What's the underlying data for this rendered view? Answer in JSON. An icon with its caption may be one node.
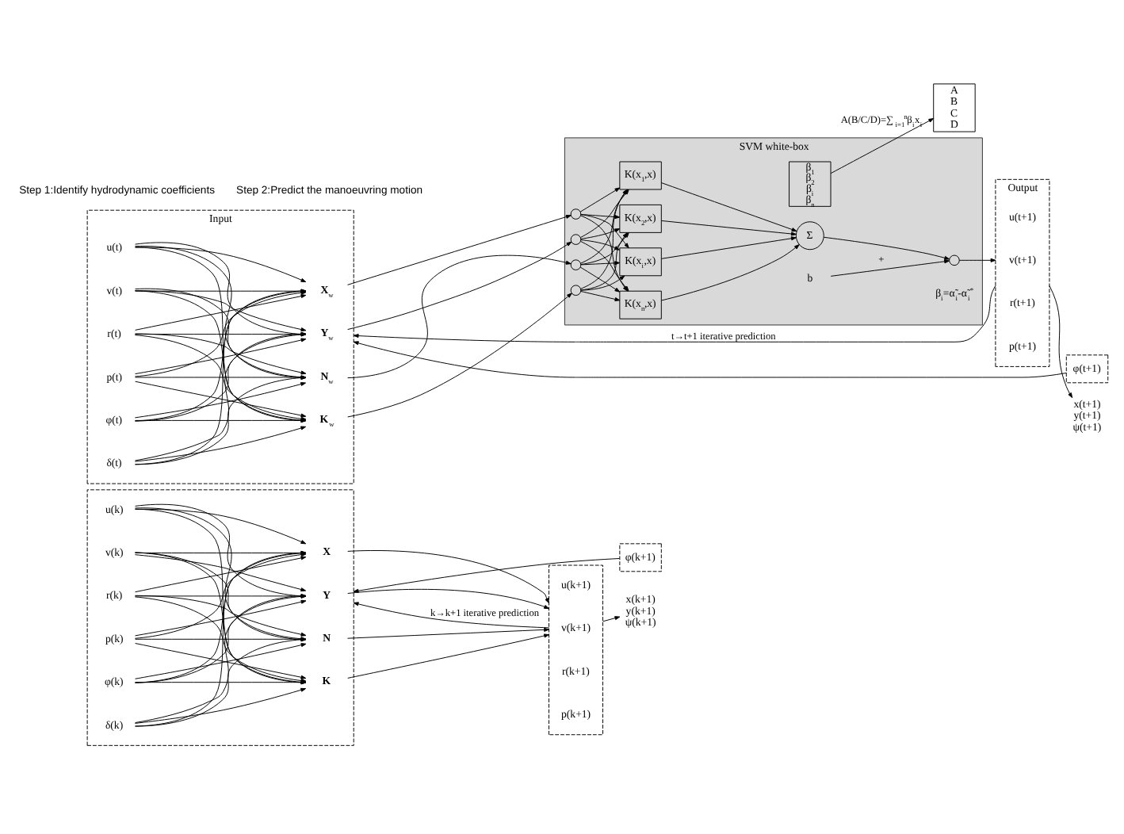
{
  "diagram": {
    "nodes": [
      {
        "text": [
          "Input"
        ]
      },
      {
        "text": [
          "u(t)"
        ],
        "in": 0
      },
      {
        "text": [
          "v(t)"
        ],
        "in": 0
      },
      {
        "text": [
          "r(t)"
        ],
        "in": 0
      },
      {
        "text": [
          "p(t)"
        ],
        "in": 0
      },
      {
        "text": [
          "φ(t)"
        ],
        "in": 0
      },
      {
        "text": [
          "δ(t)"
        ],
        "in": 0
      },
      {
        "text": [
          "**X**$_{w}$"
        ],
        "in": 0
      },
      {
        "text": [
          "**Y**$_{w}$"
        ],
        "in": 0
      },
      {
        "text": [
          "**N**$_{w}$"
        ],
        "in": 0
      },
      {
        "text": [
          "**K**$_{w}$"
        ],
        "in": 0
      },
      {
        "text": [
          "SVM white-box"
        ]
      },
      {
        "text": [],
        "shape": "circle",
        "in": 11
      },
      {
        "text": [],
        "shape": "circle",
        "in": 11
      },
      {
        "text": [],
        "shape": "circle",
        "in": 11
      },
      {
        "text": [],
        "shape": "circle",
        "in": 11
      },
      {
        "text": [
          "K(x$_{1}$,x)"
        ],
        "in": 11
      },
      {
        "text": [
          "K(x$_{2}$,x)"
        ],
        "in": 11
      },
      {
        "text": [
          "K(x$_{i}$,x)"
        ],
        "in": 11
      },
      {
        "text": [
          "K(x$_{n}$,x)"
        ],
        "in": 11
      },
      {
        "text": [
          "β$_{1}$",
          "β$_{2}$",
          "β$_{i}$",
          "β$_{n}$"
        ],
        "in": 11
      },
      {
        "text": [
          "Σ"
        ],
        "in": 11
      },
      {
        "text": [],
        "shape": "circle",
        "in": 11
      },
      {
        "text": [
          "b"
        ],
        "in": 11
      },
      {
        "text": [
          "Output"
        ]
      },
      {
        "text": [
          "u(t+1)"
        ],
        "in": 24
      },
      {
        "text": [
          "v(t+1)"
        ],
        "in": 24
      },
      {
        "text": [
          "r(t+1)"
        ],
        "in": 24
      },
      {
        "text": [
          "p(t+1)"
        ],
        "in": 24
      },
      {
        "text": [
          "x(t+1)",
          "y(t+1)",
          "ψ(t+1)"
        ]
      },
      {
        "text": [
          "φ(t+1)"
        ]
      },
      {
        "text": [],
        "shape": "box"
      },
      {
        "text": [
          "u(k)"
        ],
        "in": 31
      },
      {
        "text": [
          "v(k)"
        ],
        "in": 31
      },
      {
        "text": [
          "r(k)"
        ],
        "in": 31
      },
      {
        "text": [
          "p(k)"
        ],
        "in": 31
      },
      {
        "text": [
          "φ(k)"
        ],
        "in": 31
      },
      {
        "text": [
          "δ(k)"
        ],
        "in": 31
      },
      {
        "text": [
          "**X**"
        ],
        "in": 31
      },
      {
        "text": [
          "**Y**"
        ],
        "in": 31
      },
      {
        "text": [
          "**N**"
        ],
        "in": 31
      },
      {
        "text": [
          "**K**"
        ],
        "in": 31
      },
      {
        "text": [
          "A",
          "B",
          "C",
          "D"
        ]
      },
      {
        "text": [],
        "shape": "box"
      },
      {
        "text": [
          "u(k+1)"
        ],
        "in": 43
      },
      {
        "text": [
          "v(k+1)"
        ],
        "in": 43
      },
      {
        "text": [
          "r(k+1)"
        ],
        "in": 43
      },
      {
        "text": [
          "p(k+1)"
        ],
        "in": 43
      },
      {
        "text": [
          "x(k+1)",
          "y(k+1)",
          "ψ(k+1)"
        ]
      },
      {
        "text": [
          "φ(k+1)"
        ]
      }
    ],
    "edges": [
      {
        "from": 1,
        "to": 7,
        "arrow": "to"
      },
      {
        "from": 1,
        "to": 8,
        "arrow": "to"
      },
      {
        "from": 1,
        "to": 9,
        "arrow": "to"
      },
      {
        "from": 1,
        "to": 10,
        "arrow": "to"
      },
      {
        "from": 2,
        "to": 7,
        "arrow": "to"
      },
      {
        "from": 2,
        "to": 8,
        "arrow": "to"
      },
      {
        "from": 2,
        "to": 9,
        "arrow": "to"
      },
      {
        "from": 2,
        "to": 10,
        "arrow": "to"
      },
      {
        "from": 3,
        "to": 7,
        "arrow": "to"
      },
      {
        "from": 3,
        "to": 8,
        "arrow": "to"
      },
      {
        "from": 3,
        "to": 9,
        "arrow": "to"
      },
      {
        "from": 3,
        "to": 10,
        "arrow": "to"
      },
      {
        "from": 4,
        "to": 7,
        "arrow": "to"
      },
      {
        "from": 4,
        "to": 8,
        "arrow": "to"
      },
      {
        "from": 4,
        "to": 9,
        "arrow": "to"
      },
      {
        "from": 4,
        "to": 10,
        "arrow": "to"
      },
      {
        "from": 5,
        "to": 7,
        "arrow": "to"
      },
      {
        "from": 5,
        "to": 8,
        "arrow": "to"
      },
      {
        "from": 5,
        "to": 9,
        "arrow": "to"
      },
      {
        "from": 5,
        "to": 10,
        "arrow": "to"
      },
      {
        "from": 6,
        "to": 7,
        "arrow": "to"
      },
      {
        "from": 6,
        "to": 8,
        "arrow": "to"
      },
      {
        "from": 6,
        "to": 9,
        "arrow": "to"
      },
      {
        "from": 6,
        "to": 10,
        "arrow": "to"
      },
      {
        "from": 7,
        "to": 12,
        "arrow": "to"
      },
      {
        "from": 8,
        "to": 13,
        "arrow": "to"
      },
      {
        "from": 9,
        "to": 14,
        "arrow": "to"
      },
      {
        "from": 10,
        "to": 15,
        "arrow": "to"
      },
      {
        "from": 12,
        "to": 16,
        "arrow": "to"
      },
      {
        "from": 12,
        "to": 17,
        "arrow": "to"
      },
      {
        "from": 12,
        "to": 18,
        "arrow": "to"
      },
      {
        "from": 12,
        "to": 19,
        "arrow": "to"
      },
      {
        "from": 13,
        "to": 16,
        "arrow": "to"
      },
      {
        "from": 13,
        "to": 17,
        "arrow": "to"
      },
      {
        "from": 13,
        "to": 18,
        "arrow": "to"
      },
      {
        "from": 13,
        "to": 19,
        "arrow": "to"
      },
      {
        "from": 14,
        "to": 16,
        "arrow": "to"
      },
      {
        "from": 14,
        "to": 17,
        "arrow": "to"
      },
      {
        "from": 14,
        "to": 18,
        "arrow": "to"
      },
      {
        "from": 14,
        "to": 19,
        "arrow": "to"
      },
      {
        "from": 15,
        "to": 16,
        "arrow": "to"
      },
      {
        "from": 15,
        "to": 17,
        "arrow": "to"
      },
      {
        "from": 15,
        "to": 18,
        "arrow": "to"
      },
      {
        "from": 15,
        "to": 19,
        "arrow": "to"
      },
      {
        "from": 16,
        "to": 21,
        "arrow": "to"
      },
      {
        "from": 17,
        "to": 21,
        "arrow": "to"
      },
      {
        "from": 18,
        "to": 21,
        "arrow": "to"
      },
      {
        "from": 19,
        "to": 21,
        "arrow": "to"
      },
      {
        "from": 21,
        "to": 22,
        "arrow": "to"
      },
      {
        "from": 23,
        "to": 22,
        "arrow": "to",
        "label": "+"
      },
      {
        "from": 22,
        "to": 24,
        "arrow": "to"
      },
      {
        "from": 24,
        "to": 29,
        "arrow": "to"
      },
      {
        "from": 24,
        "to": 0,
        "arrow": "to",
        "label": "t→t+1 iterative prediction"
      },
      {
        "from": 30,
        "to": 0,
        "arrow": "to"
      },
      {
        "from": 20,
        "to": 42,
        "arrow": "to",
        "label": "A(B/C/D)=∑$_{i=1}$$^{n}$β$_{i}$x$_{i}$"
      },
      {
        "from": 32,
        "to": 38,
        "arrow": "to"
      },
      {
        "from": 32,
        "to": 39,
        "arrow": "to"
      },
      {
        "from": 32,
        "to": 40,
        "arrow": "to"
      },
      {
        "from": 32,
        "to": 41,
        "arrow": "to"
      },
      {
        "from": 33,
        "to": 38,
        "arrow": "to"
      },
      {
        "from": 33,
        "to": 39,
        "arrow": "to"
      },
      {
        "from": 33,
        "to": 40,
        "arrow": "to"
      },
      {
        "from": 33,
        "to": 41,
        "arrow": "to"
      },
      {
        "from": 34,
        "to": 38,
        "arrow": "to"
      },
      {
        "from": 34,
        "to": 39,
        "arrow": "to"
      },
      {
        "from": 34,
        "to": 40,
        "arrow": "to"
      },
      {
        "from": 34,
        "to": 41,
        "arrow": "to"
      },
      {
        "from": 35,
        "to": 38,
        "arrow": "to"
      },
      {
        "from": 35,
        "to": 39,
        "arrow": "to"
      },
      {
        "from": 35,
        "to": 40,
        "arrow": "to"
      },
      {
        "from": 35,
        "to": 41,
        "arrow": "to"
      },
      {
        "from": 36,
        "to": 38,
        "arrow": "to"
      },
      {
        "from": 36,
        "to": 39,
        "arrow": "to"
      },
      {
        "from": 36,
        "to": 40,
        "arrow": "to"
      },
      {
        "from": 36,
        "to": 41,
        "arrow": "to"
      },
      {
        "from": 37,
        "to": 38,
        "arrow": "to"
      },
      {
        "from": 37,
        "to": 39,
        "arrow": "to"
      },
      {
        "from": 37,
        "to": 40,
        "arrow": "to"
      },
      {
        "from": 37,
        "to": 41,
        "arrow": "to"
      },
      {
        "from": 38,
        "to": 43,
        "arrow": "to"
      },
      {
        "from": 39,
        "to": 43,
        "arrow": "to"
      },
      {
        "from": 40,
        "to": 43,
        "arrow": "to"
      },
      {
        "from": 41,
        "to": 43,
        "arrow": "to"
      },
      {
        "from": 43,
        "to": 48,
        "arrow": "to"
      },
      {
        "from": 43,
        "to": 31,
        "arrow": "to",
        "label": "k→k+1 iterative prediction"
      },
      {
        "from": 49,
        "to": 31,
        "arrow": "to"
      }
    ],
    "labels": [
      "β$_{i}$=α̃$_{i}$-α̃$_{i}$$^{*}$",
      "Step 1:Identify hydrodynamic coefficients",
      "Step 2:Predict the manoeuvring motion"
    ]
  }
}
